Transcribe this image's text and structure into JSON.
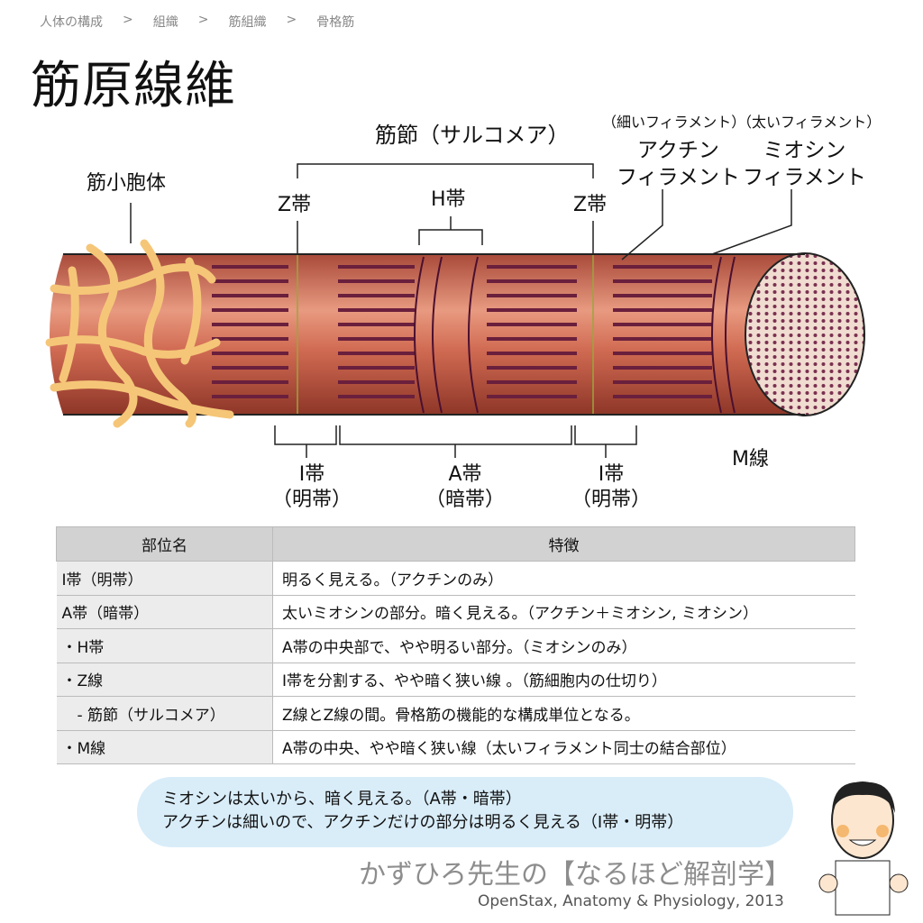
{
  "breadcrumb": [
    "人体の構成",
    "組織",
    "筋組織",
    "骨格筋"
  ],
  "breadcrumb_sep": ">",
  "title": "筋原線維",
  "diagram": {
    "sarcomere": "筋節（サルコメア）",
    "thin_note": "（細いフィラメント）",
    "thick_note": "（太いフィラメント）",
    "actin": [
      "アクチン",
      "フィラメント"
    ],
    "myosin": [
      "ミオシン",
      "フィラメント"
    ],
    "sr": "筋小胞体",
    "z_left": "Z帯",
    "z_right": "Z帯",
    "h": "H帯",
    "i_left": [
      "I帯",
      "（明帯）"
    ],
    "a": [
      "A帯",
      "（暗帯）"
    ],
    "i_right": [
      "I帯",
      "（明帯）"
    ],
    "m": "M線",
    "colors": {
      "muscle": "#c8604a",
      "dark": "#6a1f3c",
      "sr": "#f5c678",
      "zline": "#9aa63a"
    }
  },
  "table": {
    "headers": [
      "部位名",
      "特徴"
    ],
    "rows": [
      [
        "I帯（明帯）",
        "明るく見える。（アクチンのみ）"
      ],
      [
        "A帯（暗帯）",
        "太いミオシンの部分。暗く見える。（アクチン＋ミオシン, ミオシン）"
      ],
      [
        "・H帯",
        "A帯の中央部で、やや明るい部分。（ミオシンのみ）"
      ],
      [
        "・Z線",
        "I帯を分割する、やや暗く狭い線 。（筋細胞内の仕切り）"
      ],
      [
        "　- 筋節（サルコメア）",
        "Z線とZ線の間。骨格筋の機能的な構成単位となる。"
      ],
      [
        "・M線",
        "A帯の中央、やや暗く狭い線（太いフィラメント同士の結合部位）"
      ]
    ]
  },
  "bubble": [
    "ミオシンは太いから、暗く見える。（A帯・暗帯）",
    "アクチンは細いので、アクチンだけの部分は明るく見える（I帯・明帯）"
  ],
  "brand": "かずひろ先生の【なるほど解剖学】",
  "citation": "OpenStax, Anatomy & Physiology, 2013"
}
